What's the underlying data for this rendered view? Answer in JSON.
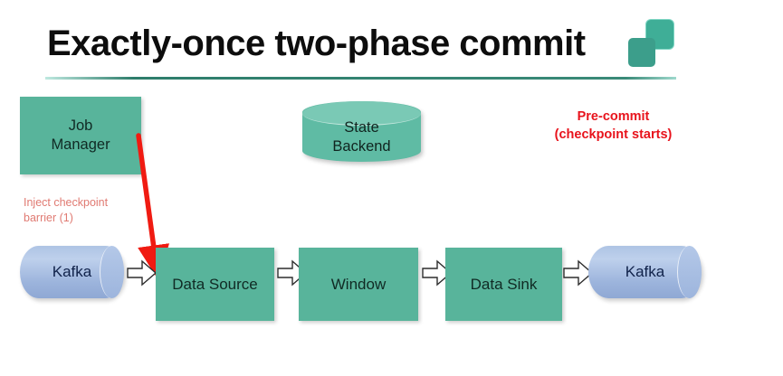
{
  "slide": {
    "title": "Exactly-once two-phase commit",
    "background_color": "#ffffff"
  },
  "logo": {
    "name": "two-squares-logo",
    "color_back": "#3fae97",
    "color_front": "#3c9e8b"
  },
  "colors": {
    "process_teal": "#58b49b",
    "cylinder_teal": "#5fbba4",
    "kafka_blue": "#aec4e4",
    "accent_red": "#e8131c",
    "annotation_salmon": "#e07a72",
    "rule_teal": "#2e7d6b"
  },
  "nodes": {
    "job_manager": {
      "label": "Job\nManager",
      "line1": "Job",
      "line2": "Manager",
      "shape": "rectangle"
    },
    "state_backend": {
      "line1": "State",
      "line2": "Backend",
      "shape": "cylinder-vertical"
    },
    "kafka_source": {
      "label": "Kafka",
      "shape": "cylinder-horizontal"
    },
    "data_source": {
      "label": "Data Source",
      "shape": "rectangle"
    },
    "window": {
      "label": "Window",
      "shape": "rectangle"
    },
    "data_sink": {
      "label": "Data Sink",
      "shape": "rectangle"
    },
    "kafka_sink": {
      "label": "Kafka",
      "shape": "cylinder-horizontal"
    }
  },
  "annotations": {
    "inject": {
      "line1": "Inject checkpoint",
      "line2": "barrier (1)",
      "color": "#e07a72"
    },
    "precommit": {
      "line1": "Pre-commit",
      "line2": "(checkpoint starts)",
      "color": "#e8131c"
    }
  },
  "arrows": {
    "flow_1": "arrow-kafka-to-data-source",
    "flow_2": "arrow-data-source-to-window",
    "flow_3": "arrow-window-to-data-sink",
    "flow_4": "arrow-data-sink-to-kafka",
    "barrier": "red-barrier-injection-arrow"
  }
}
